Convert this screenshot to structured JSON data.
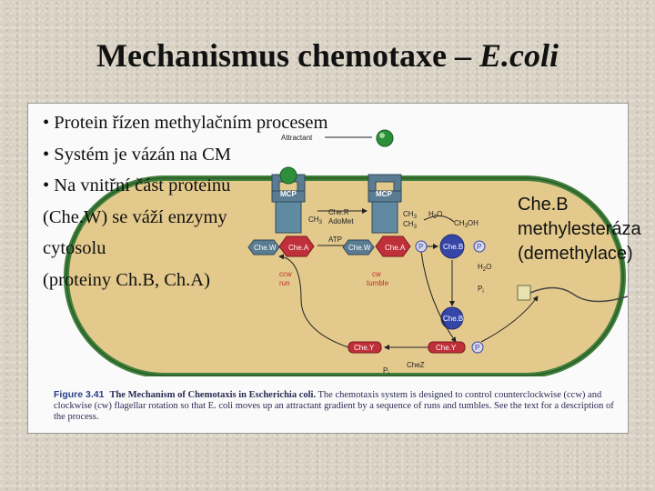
{
  "slide": {
    "title_main": "Mechanismus chemotaxe – ",
    "title_italic": "E.coli"
  },
  "bullets": [
    "• Protein řízen methylačním procesem",
    "• Systém je vázán na CM",
    "• Na vnitřní část proteinu",
    "(Che.W) se váží enzymy",
    "cytosolu",
    "(proteiny Ch.B, Ch.A)"
  ],
  "side_note": [
    "Che.B",
    "methylesteráza",
    "(demethylace)"
  ],
  "figure": {
    "labels": {
      "attractant": "Attractant",
      "mcp": "MCP",
      "cher": "Che.R",
      "adomet": "AdoMet",
      "ch3": "CH",
      "ch3_sub": "3",
      "h2o": "H",
      "h2o_sub": "2",
      "h2o_o": "O",
      "ch3oh": "CH",
      "ch3oh_sub": "3",
      "ch3oh_oh": "OH",
      "atp": "ATP",
      "chew": "Che.W",
      "chea": "Che.A",
      "cheb": "Che.B",
      "chey": "Che.Y",
      "chez": "CheZ",
      "p": "P",
      "pi": "P",
      "pi_sub": "i",
      "ccw": "ccw",
      "run": "run",
      "cw": "cw",
      "tumble": "tumble"
    },
    "caption_fig": "Figure 3.41",
    "caption_bold": "The Mechanism of Chemotaxis in Escherichia coli.",
    "caption_text": " The chemotaxis system is designed to control counterclockwise (ccw) and clockwise (cw) flagellar rotation so that E. coli moves up an attractant gradient by a sequence of runs and tumbles. See the text for a description of the process."
  },
  "colors": {
    "cell_fill": "#e3c98c",
    "membrane": "#3f7f3a",
    "receptor": "#5a7c92",
    "chea": "#c0303a",
    "cheb": "#3546a8",
    "attractant": "#2e8f3a",
    "red_text": "#c0302f"
  }
}
